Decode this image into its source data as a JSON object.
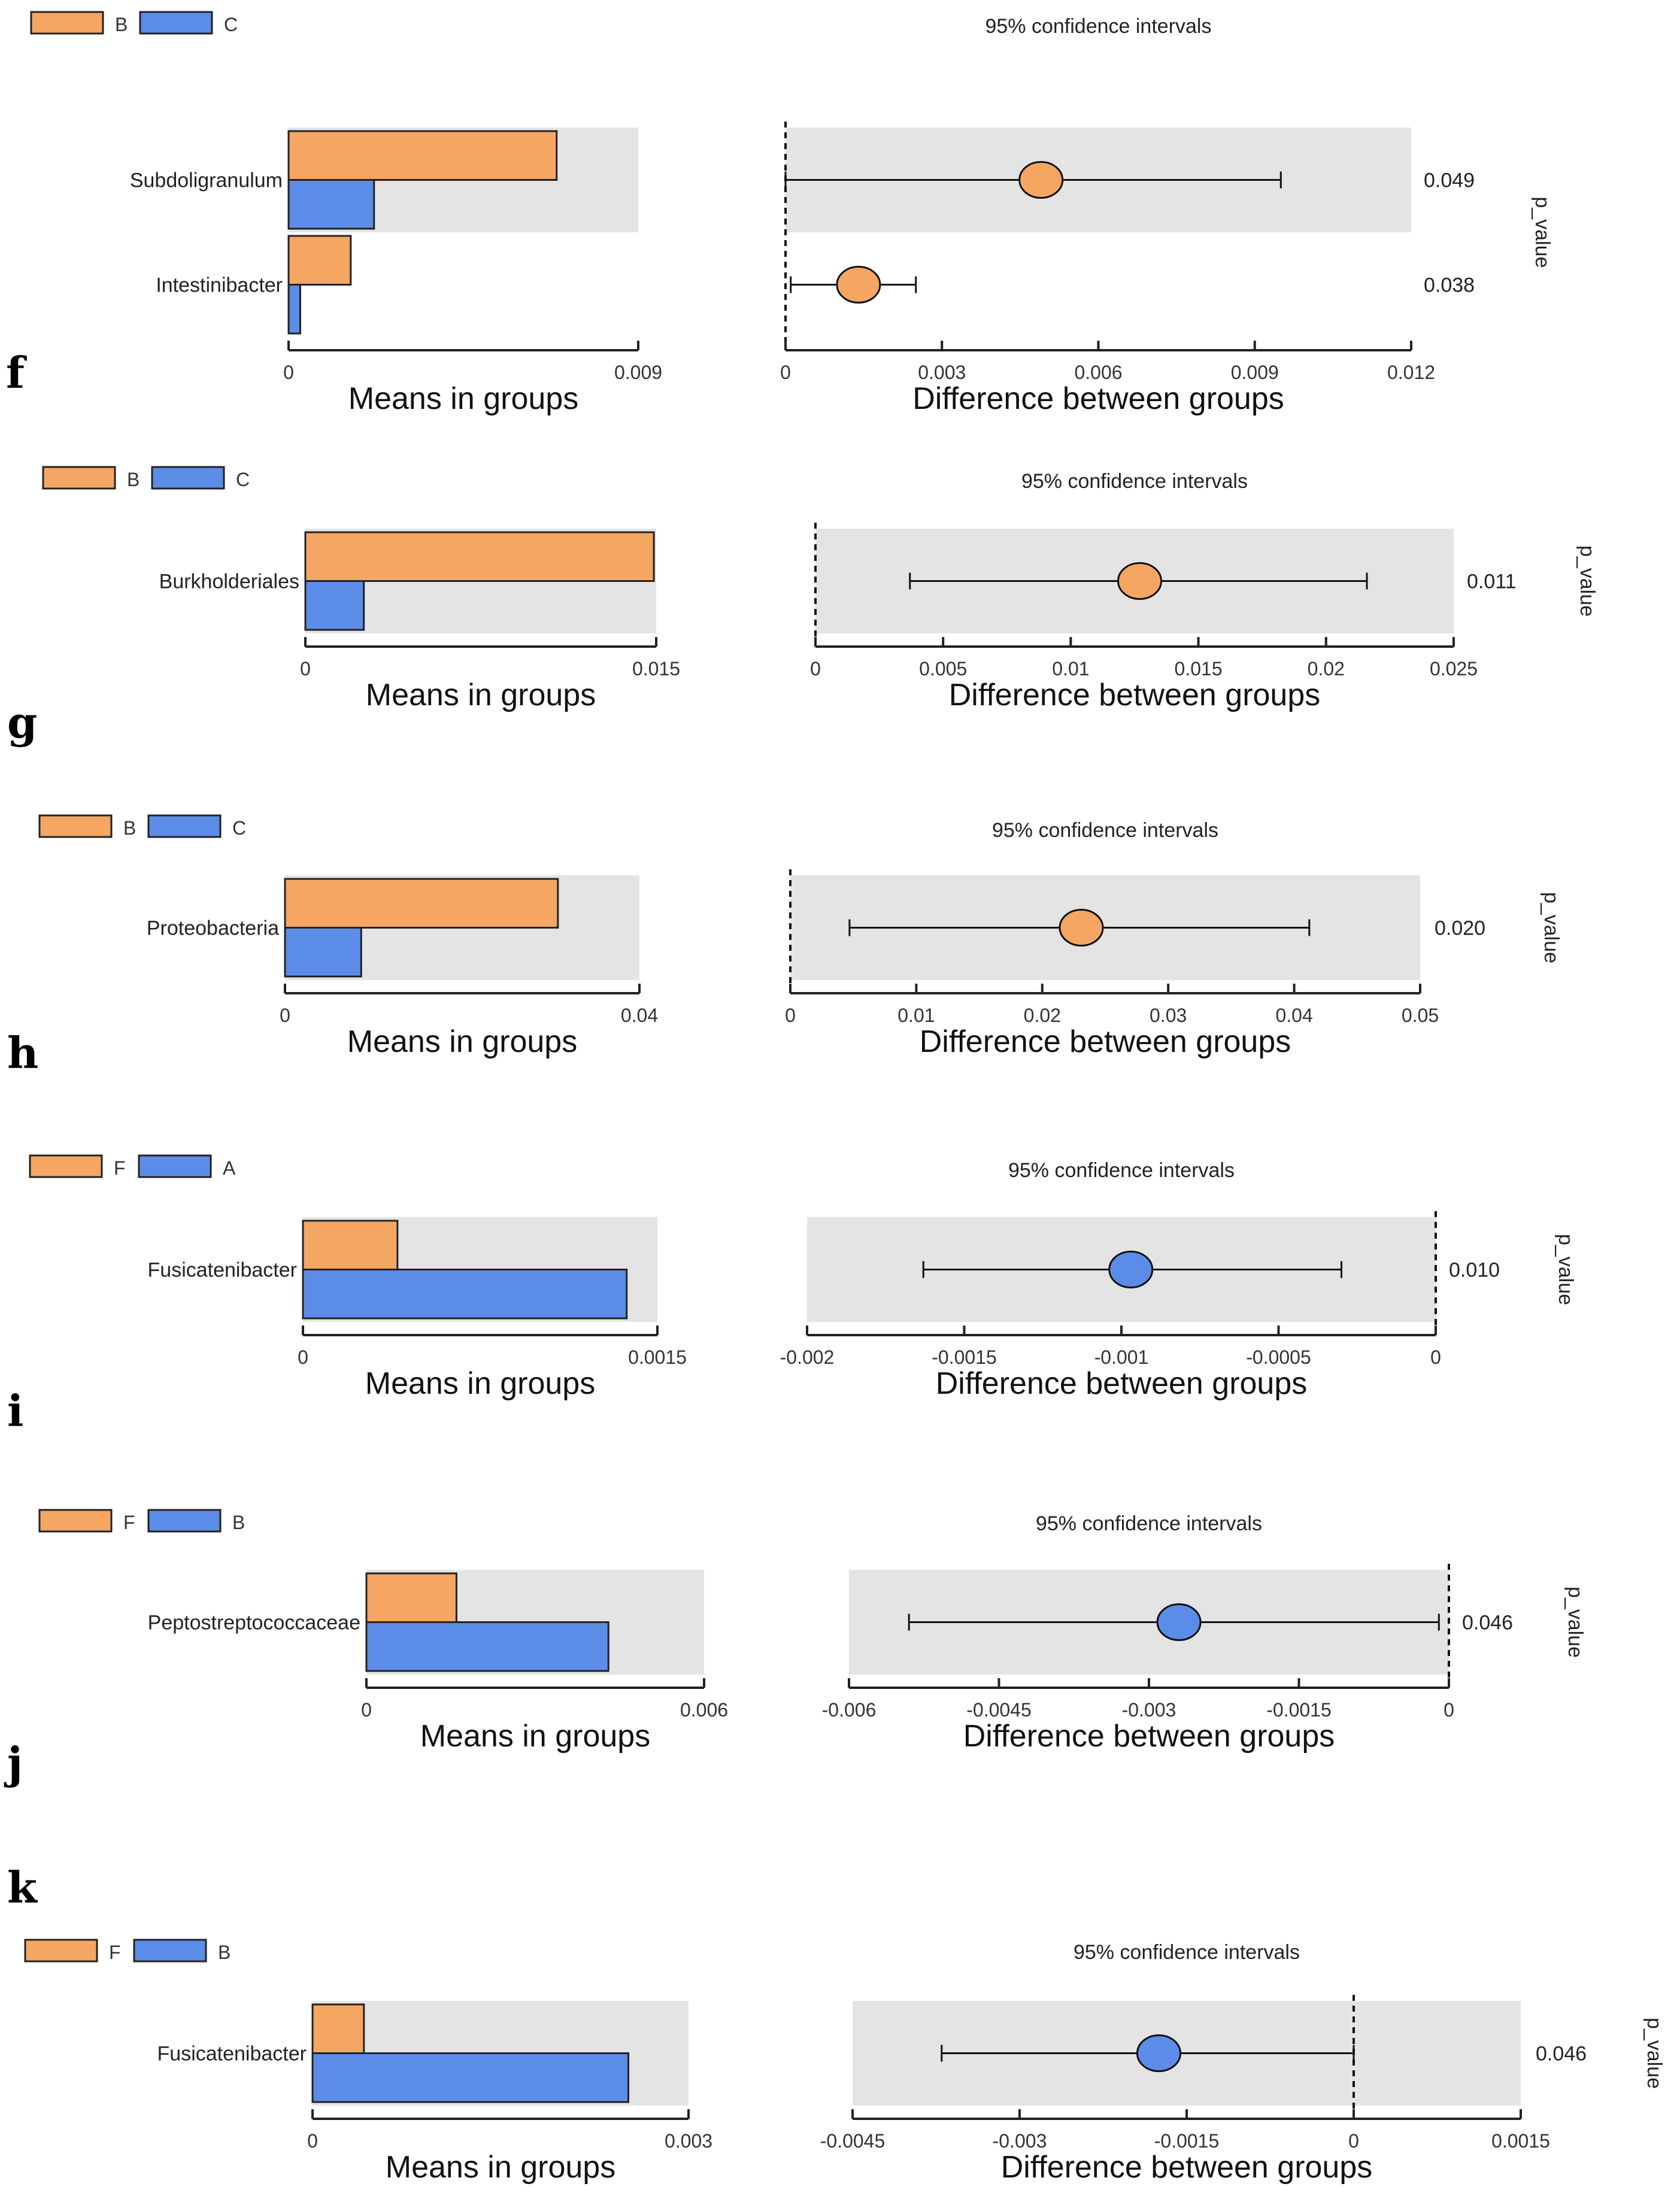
{
  "colors": {
    "first": "#F5A663",
    "second": "#5B8DE8",
    "panel_bg": "#E4E4E4",
    "axis": "#222222"
  },
  "common": {
    "means_label": "Means in groups",
    "diff_label": "Difference between groups",
    "ci_title": "95% confidence intervals",
    "pvalue_label": "p_value"
  },
  "chart_data": [
    {
      "panel_label": "f",
      "type": "bar",
      "legend": [
        "B",
        "C"
      ],
      "categories": [
        "Subdoligranulum",
        "Intestinibacter"
      ],
      "series": [
        {
          "name": "B",
          "values": [
            0.0069,
            0.0016
          ]
        },
        {
          "name": "C",
          "values": [
            0.0022,
            0.0003
          ]
        }
      ],
      "means_ticks": [
        "0",
        "0.009"
      ],
      "means_range": [
        0,
        0.009
      ],
      "diff": [
        {
          "estimate": 0.0049,
          "lower": 0.0,
          "upper": 0.0095,
          "group": "B",
          "p_value": "0.049"
        },
        {
          "estimate": 0.0014,
          "lower": 0.0001,
          "upper": 0.0025,
          "group": "B",
          "p_value": "0.038"
        }
      ],
      "diff_ticks": [
        "0",
        "0.003",
        "0.006",
        "0.009",
        "0.012"
      ],
      "diff_range": [
        0,
        0.012
      ],
      "zero_line": 0
    },
    {
      "panel_label": "g",
      "type": "bar",
      "legend": [
        "B",
        "C"
      ],
      "categories": [
        "Burkholderiales"
      ],
      "series": [
        {
          "name": "B",
          "values": [
            0.0149
          ]
        },
        {
          "name": "C",
          "values": [
            0.0025
          ]
        }
      ],
      "means_ticks": [
        "0",
        "0.015"
      ],
      "means_range": [
        0,
        0.015
      ],
      "diff": [
        {
          "estimate": 0.0127,
          "lower": 0.0037,
          "upper": 0.0216,
          "group": "B",
          "p_value": "0.011"
        }
      ],
      "diff_ticks": [
        "0",
        "0.005",
        "0.01",
        "0.015",
        "0.02",
        "0.025"
      ],
      "diff_range": [
        0,
        0.025
      ],
      "zero_line": 0
    },
    {
      "panel_label": "h",
      "type": "bar",
      "legend": [
        "B",
        "C"
      ],
      "categories": [
        "Proteobacteria"
      ],
      "series": [
        {
          "name": "B",
          "values": [
            0.0308
          ]
        },
        {
          "name": "C",
          "values": [
            0.0086
          ]
        }
      ],
      "means_ticks": [
        "0",
        "0.04"
      ],
      "means_range": [
        0,
        0.04
      ],
      "diff": [
        {
          "estimate": 0.0231,
          "lower": 0.0047,
          "upper": 0.0412,
          "group": "B",
          "p_value": "0.020"
        }
      ],
      "diff_ticks": [
        "0",
        "0.01",
        "0.02",
        "0.03",
        "0.04",
        "0.05"
      ],
      "diff_range": [
        0,
        0.05
      ],
      "zero_line": 0
    },
    {
      "panel_label": "i",
      "type": "bar",
      "legend": [
        "F",
        "A"
      ],
      "categories": [
        "Fusicatenibacter"
      ],
      "series": [
        {
          "name": "F",
          "values": [
            0.0004
          ]
        },
        {
          "name": "A",
          "values": [
            0.00137
          ]
        }
      ],
      "means_ticks": [
        "0",
        "0.0015"
      ],
      "means_range": [
        0,
        0.0015
      ],
      "diff": [
        {
          "estimate": -0.00097,
          "lower": -0.00163,
          "upper": -0.0003,
          "group": "A",
          "p_value": "0.010"
        }
      ],
      "diff_ticks": [
        "-0.002",
        "-0.0015",
        "-0.001",
        "-0.0005",
        "0"
      ],
      "diff_range": [
        -0.002,
        0
      ],
      "zero_line": 0
    },
    {
      "panel_label": "j",
      "type": "bar",
      "legend": [
        "F",
        "B"
      ],
      "categories": [
        "Peptostreptococcaceae"
      ],
      "series": [
        {
          "name": "F",
          "values": [
            0.0016
          ]
        },
        {
          "name": "B",
          "values": [
            0.0043
          ]
        }
      ],
      "means_ticks": [
        "0",
        "0.006"
      ],
      "means_range": [
        0,
        0.006
      ],
      "diff": [
        {
          "estimate": -0.0027,
          "lower": -0.0054,
          "upper": -0.0001,
          "group": "B",
          "p_value": "0.046"
        }
      ],
      "diff_ticks": [
        "-0.006",
        "-0.0045",
        "-0.003",
        "-0.0015",
        "0"
      ],
      "diff_range": [
        -0.006,
        0
      ],
      "zero_line": 0
    },
    {
      "panel_label": "k",
      "type": "bar",
      "legend": [
        "F",
        "B"
      ],
      "categories": [
        "Fusicatenibacter"
      ],
      "series": [
        {
          "name": "F",
          "values": [
            0.00041
          ]
        },
        {
          "name": "B",
          "values": [
            0.00252
          ]
        }
      ],
      "means_ticks": [
        "0",
        "0.003"
      ],
      "means_range": [
        0,
        0.003
      ],
      "diff": [
        {
          "estimate": -0.00175,
          "lower": -0.0037,
          "upper": 0.0,
          "group": "B",
          "p_value": "0.046"
        }
      ],
      "diff_ticks": [
        "-0.0045",
        "-0.003",
        "-0.0015",
        "0",
        "0.0015"
      ],
      "diff_range": [
        -0.0045,
        0.0015
      ],
      "zero_line": 0
    }
  ]
}
